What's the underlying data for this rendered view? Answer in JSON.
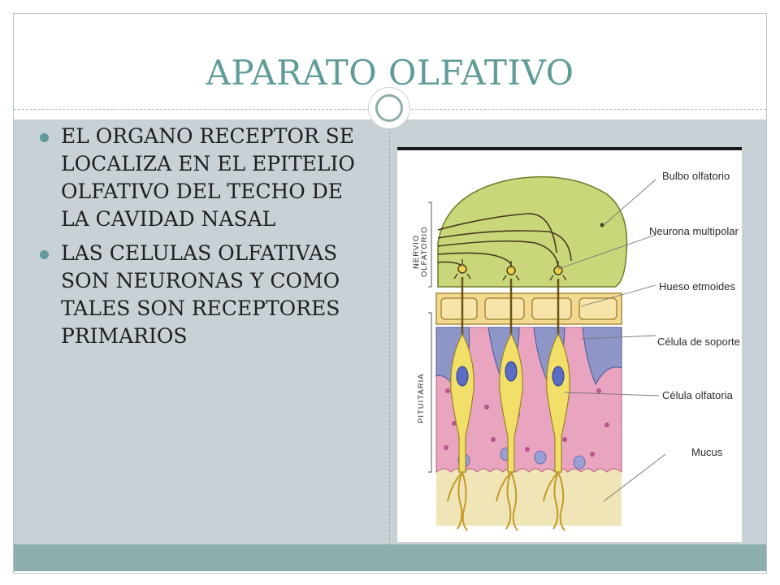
{
  "slide": {
    "title": "APARATO OLFATIVO",
    "bullets": [
      "EL ORGANO RECEPTOR SE LOCALIZA EN EL EPITELIO OLFATIVO DEL TECHO DE LA CAVIDAD NASAL",
      "LAS CELULAS OLFATIVAS SON NEURONAS Y COMO TALES SON RECEPTORES PRIMARIOS"
    ]
  },
  "figure": {
    "labels": {
      "bulbo": "Bulbo olfatorio",
      "neurona": "Neurona multipolar",
      "hueso": "Hueso etmoides",
      "soporte": "Célula de soporte",
      "olfatoria": "Célula olfatoria",
      "mucus": "Mucus"
    },
    "side_labels": {
      "nervio_1": "NERVIO",
      "nervio_2": "OLFATORIO",
      "pituitaria": "PITUITARIA"
    }
  },
  "colors": {
    "title": "#5f9b98",
    "body_bg": "#c8d1d6",
    "footer": "#8daeac",
    "bulb": "#c9d77a",
    "bone": "#f3d990",
    "tissue": "#e9a4c0",
    "support": "#8e96c8",
    "cell": "#f2df6a",
    "mucus": "#efe5b6"
  }
}
